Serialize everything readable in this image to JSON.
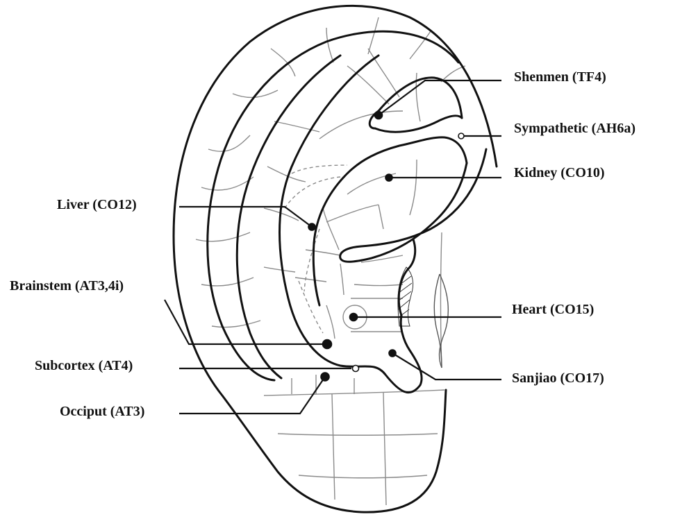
{
  "diagram": {
    "colors": {
      "ink": "#111111",
      "grid": "#8a8a8a",
      "background": "#ffffff"
    },
    "points": [
      {
        "id": "shenmen",
        "label": "Shenmen (TF4)",
        "marker": "filled"
      },
      {
        "id": "sympathetic",
        "label": "Sympathetic (AH6a)",
        "marker": "open"
      },
      {
        "id": "kidney",
        "label": "Kidney (CO10)",
        "marker": "filled"
      },
      {
        "id": "liver",
        "label": "Liver (CO12)",
        "marker": "filled"
      },
      {
        "id": "brainstem",
        "label": "Brainstem (AT3,4i)",
        "marker": "filled"
      },
      {
        "id": "heart",
        "label": "Heart (CO15)",
        "marker": "filled"
      },
      {
        "id": "subcortex",
        "label": "Subcortex (AT4)",
        "marker": "open"
      },
      {
        "id": "sanjiao",
        "label": "Sanjiao (CO17)",
        "marker": "filled"
      },
      {
        "id": "occiput",
        "label": "Occiput (AT3)",
        "marker": "filled"
      }
    ]
  }
}
